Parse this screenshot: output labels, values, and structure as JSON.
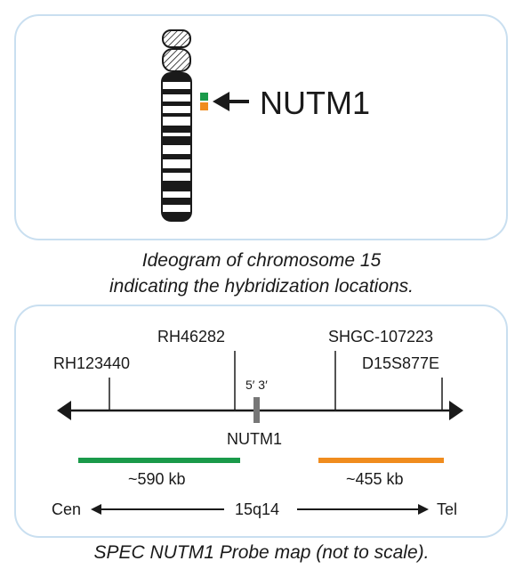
{
  "ideogram": {
    "gene_label": "NUTM1",
    "caption_line1": "Ideogram of chromosome 15",
    "caption_line2": "indicating the hybridization locations.",
    "probe_colors": {
      "green": "#1a9a4a",
      "orange": "#f08c1e"
    }
  },
  "probe_map": {
    "markers": {
      "rh123440": "RH123440",
      "rh46282": "RH46282",
      "shgc": "SHGC-107223",
      "d15s877e": "D15S877E"
    },
    "orientation_label": "5′ 3′",
    "gene_label": "NUTM1",
    "green_probe_size": "~590 kb",
    "orange_probe_size": "~455 kb",
    "cen_label": "Cen",
    "band_label": "15q14",
    "tel_label": "Tel",
    "caption": "SPEC NUTM1 Probe map (not to scale)."
  },
  "colors": {
    "panel_border": "#c9dff0",
    "gene_marker": "#777777",
    "green": "#1a9a4a",
    "orange": "#f08c1e"
  }
}
